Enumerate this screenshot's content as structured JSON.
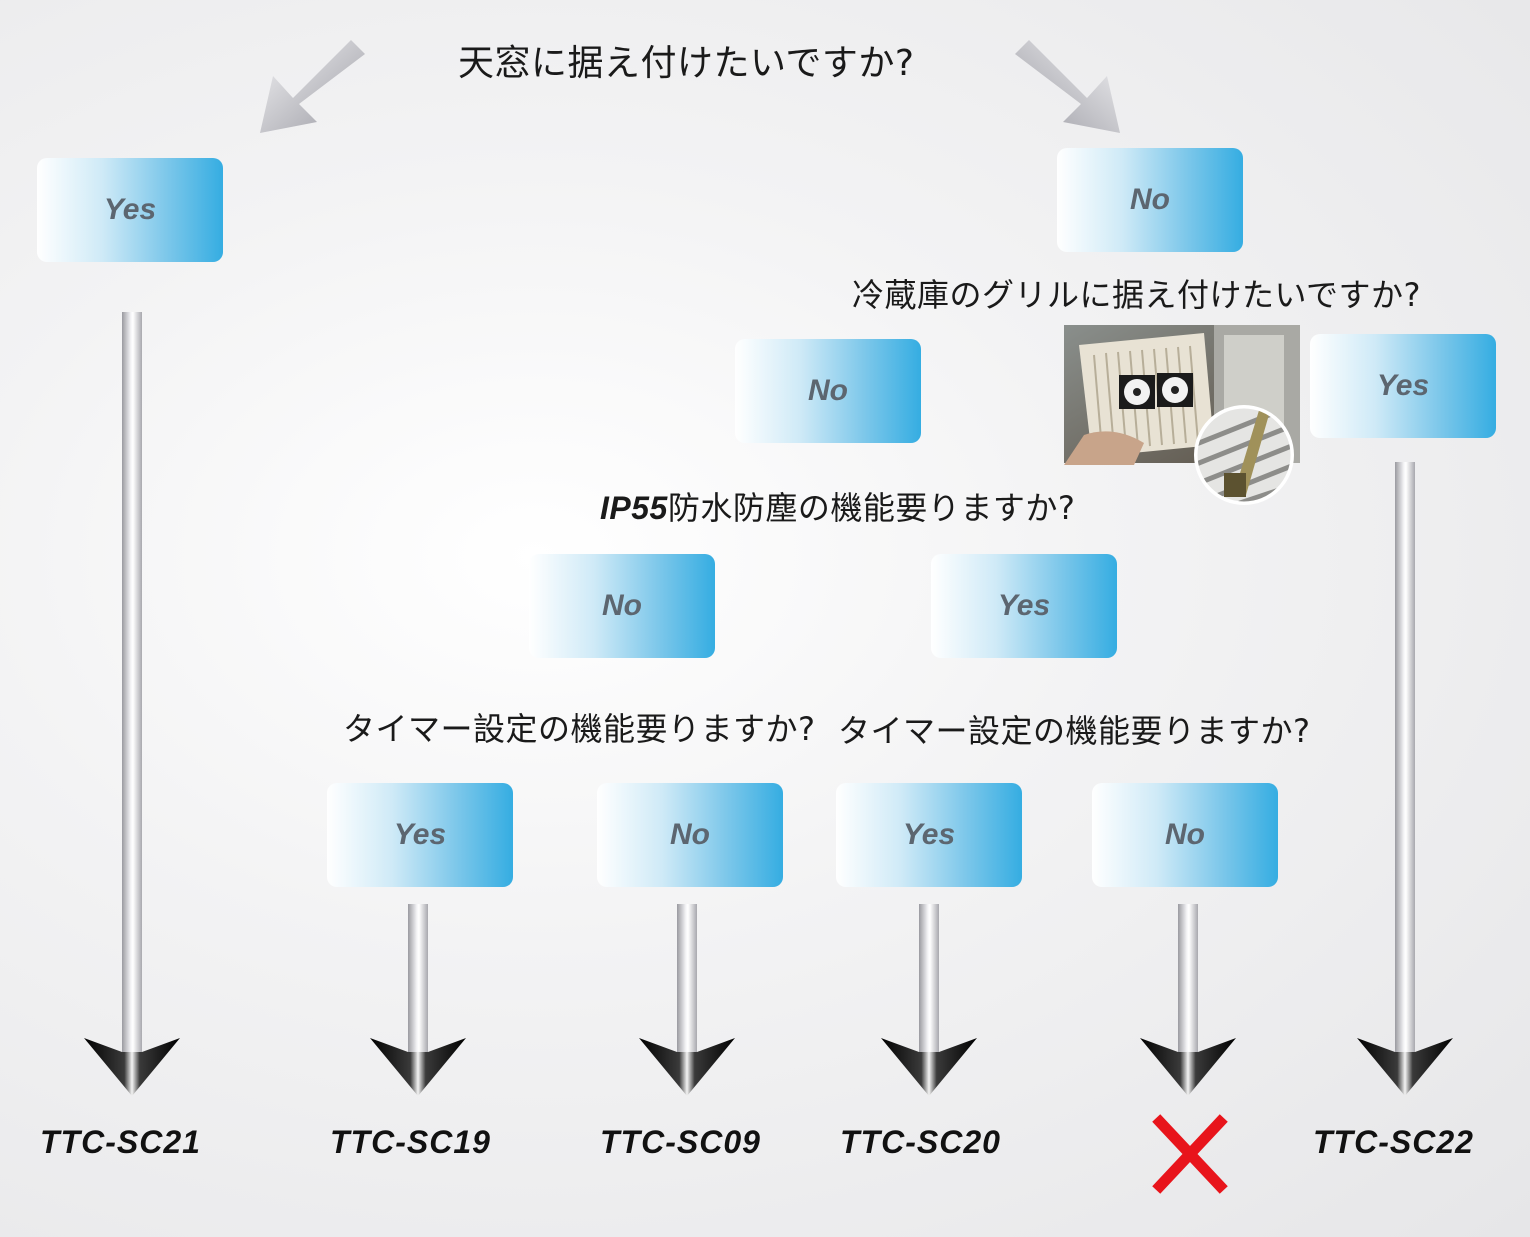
{
  "questions": {
    "q1": "天窓に据え付けたいですか?",
    "q2": "冷蔵庫のグリルに据え付けたいですか?",
    "q3_prefix": "IP55",
    "q3_rest": "防水防塵の機能要りますか?",
    "q4_left": "タイマー設定の機能要りますか?",
    "q4_right": "タイマー設定の機能要りますか?"
  },
  "answers": {
    "q1_yes": "Yes",
    "q1_no": "No",
    "q2_no": "No",
    "q2_yes": "Yes",
    "q3_no": "No",
    "q3_yes": "Yes",
    "q4l_yes": "Yes",
    "q4l_no": "No",
    "q4r_yes": "Yes",
    "q4r_no": "No"
  },
  "models": {
    "m1": "TTC-SC21",
    "m2": "TTC-SC19",
    "m3": "TTC-SC09",
    "m4": "TTC-SC20",
    "m6": "TTC-SC22"
  },
  "colors": {
    "box_accent": "#35ade2",
    "box_text": "#5c6670",
    "cross": "#e8141b"
  },
  "icons": {
    "unavailable": "red-cross-icon",
    "photo": "fridge-grill-fan-photo"
  }
}
